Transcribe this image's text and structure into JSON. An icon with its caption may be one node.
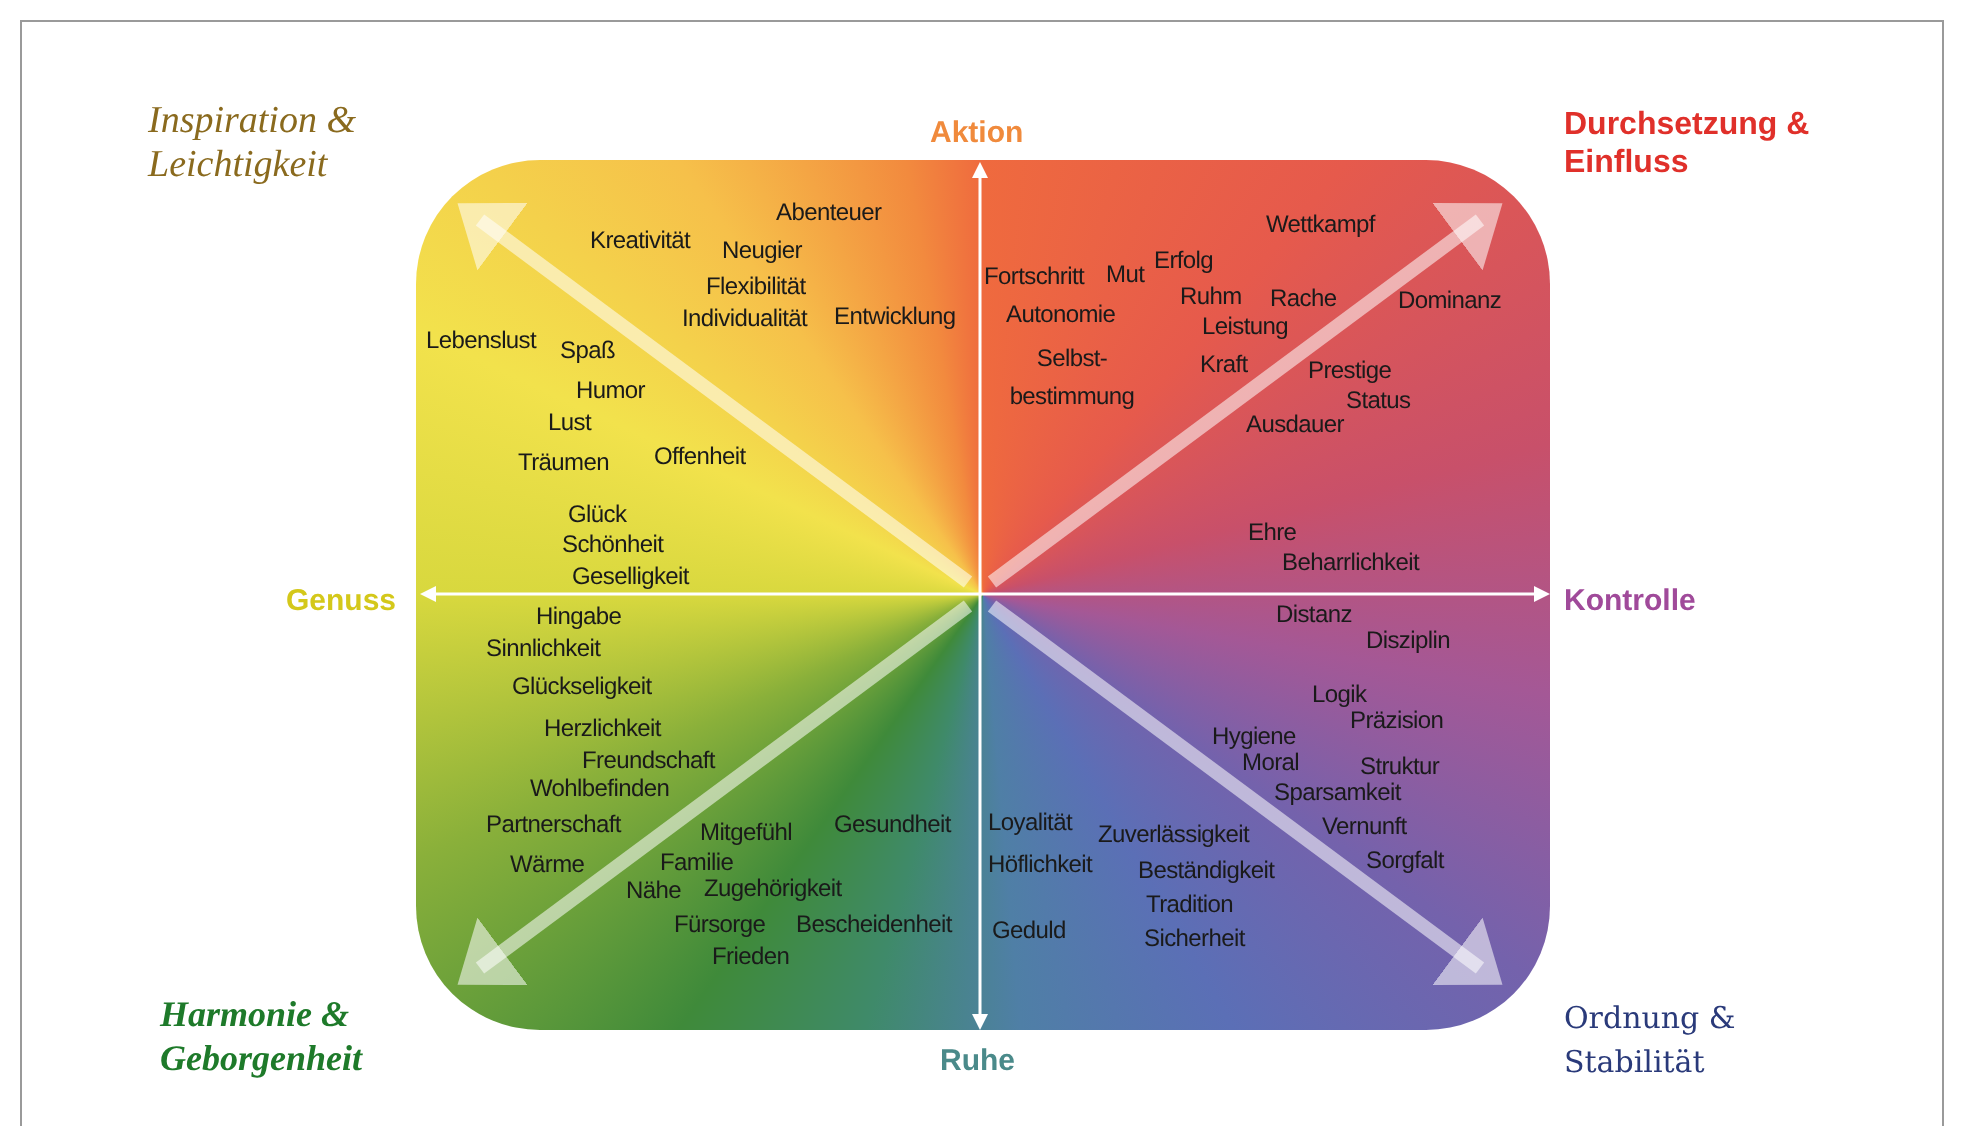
{
  "diagram": {
    "labels": [
      "Inspiration & Leichtigkeit",
      "Aktion",
      "Durchsetzung & Einfluss",
      "Abenteuer",
      "Kreativität",
      "Neugier",
      "Flexibilität",
      "Individualität",
      "Entwicklung",
      "Lebenslust",
      "Spaß",
      "Humor",
      "Lust",
      "Träumen",
      "Offenheit",
      "Glück",
      "Schönheit",
      "Geselligkeit",
      "Wettkampf",
      "Erfolg",
      "Fortschritt",
      "Mut",
      "Ruhm",
      "Rache",
      "Dominanz",
      "Autonomie",
      "Leistung",
      "Selbst- bestimmung",
      "Kraft",
      "Prestige",
      "Status",
      "Ausdauer",
      "Ehre",
      "Beharrlichkeit",
      "Genuss",
      "Kontrolle",
      "Distanz",
      "Disziplin",
      "Logik",
      "Präzision",
      "Hygiene",
      "Moral",
      "Struktur",
      "Sparsamkeit",
      "Loyalität",
      "Zuverlässigkeit",
      "Vernunft",
      "Höflichkeit",
      "Beständigkeit",
      "Sorgfalt",
      "Tradition",
      "Geduld",
      "Sicherheit",
      "Hingabe",
      "Sinnlichkeit",
      "Glückseligkeit",
      "Herzlichkeit",
      "Freundschaft",
      "Wohlbefinden",
      "Partnerschaft",
      "Gesundheit",
      "Mitgefühl",
      "Wärme",
      "Familie",
      "Nähe",
      "Zugehörigkeit",
      "Fürsorge",
      "Bescheidenheit",
      "Frieden",
      "Harmonie & Geborgenheit",
      "Ruhe",
      "Ordnung & Stabilität"
    ]
  }
}
